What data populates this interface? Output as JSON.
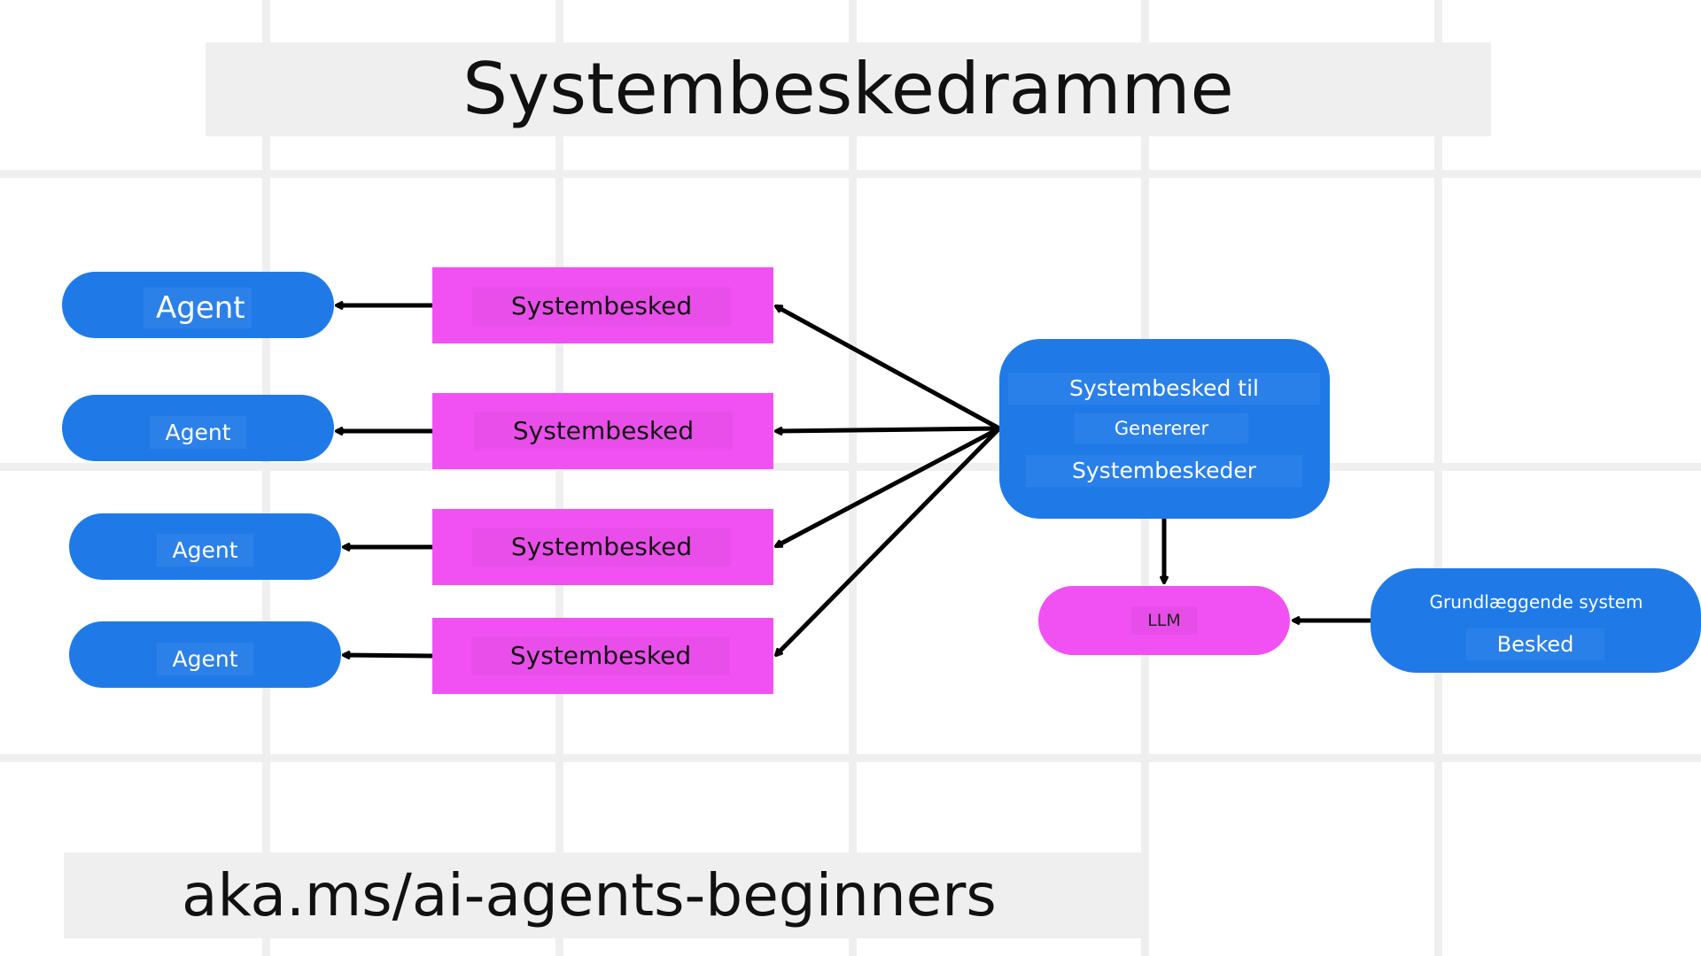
{
  "title": "Systembeskedramme",
  "footer": "aka.ms/ai-agents-beginners",
  "agents": [
    {
      "label": "Agent"
    },
    {
      "label": "Agent"
    },
    {
      "label": "Agent"
    },
    {
      "label": "Agent"
    }
  ],
  "system_messages": [
    {
      "label": "Systembesked"
    },
    {
      "label": "Systembesked"
    },
    {
      "label": "Systembesked"
    },
    {
      "label": "Systembesked"
    }
  ],
  "generator": {
    "line1": "Systembesked til",
    "line2": "Genererer",
    "line3": "Systembeskeder"
  },
  "llm": {
    "label": "LLM"
  },
  "base_message": {
    "line1": "Grundlæggende system",
    "line2": "Besked"
  },
  "colors": {
    "blue": "#1f7ae8",
    "magenta": "#f151f2",
    "grid": "#efefef",
    "arrow": "#000000"
  }
}
